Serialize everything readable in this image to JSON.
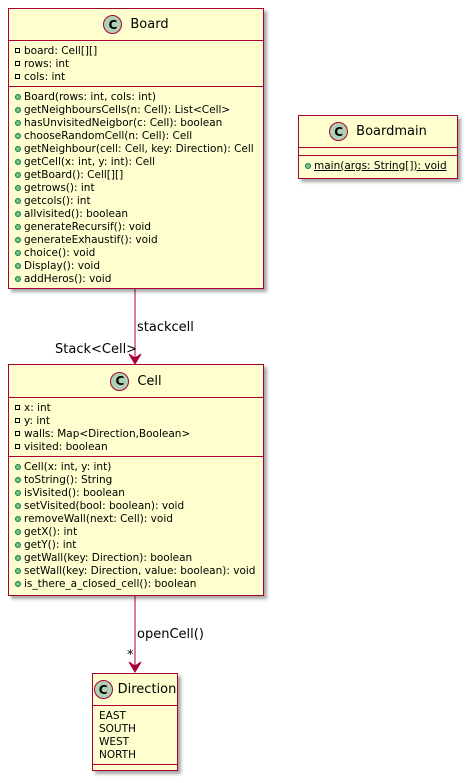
{
  "classes": {
    "board": {
      "name": "Board",
      "stereotype_icon": "C",
      "fields": [
        {
          "vis": "private",
          "text": "board: Cell[][]"
        },
        {
          "vis": "private",
          "text": "rows: int"
        },
        {
          "vis": "private",
          "text": "cols: int"
        }
      ],
      "methods": [
        {
          "vis": "public",
          "text": "Board(rows: int, cols: int)"
        },
        {
          "vis": "public",
          "text": "getNeighboursCells(n: Cell): List<Cell>"
        },
        {
          "vis": "public",
          "text": "hasUnvisitedNeigbor(c: Cell): boolean"
        },
        {
          "vis": "public",
          "text": "chooseRandomCell(n: Cell): Cell"
        },
        {
          "vis": "public",
          "text": "getNeighbour(cell: Cell, key: Direction): Cell"
        },
        {
          "vis": "public",
          "text": "getCell(x: int, y: int): Cell"
        },
        {
          "vis": "public",
          "text": "getBoard(): Cell[][]"
        },
        {
          "vis": "public",
          "text": "getrows(): int"
        },
        {
          "vis": "public",
          "text": "getcols(): int"
        },
        {
          "vis": "public",
          "text": "allvisited(): boolean"
        },
        {
          "vis": "public",
          "text": "generateRecursif(): void"
        },
        {
          "vis": "public",
          "text": "generateExhaustif(): void"
        },
        {
          "vis": "public",
          "text": "choice(): void"
        },
        {
          "vis": "public",
          "text": "Display(): void"
        },
        {
          "vis": "public",
          "text": "addHeros(): void"
        }
      ]
    },
    "boardmain": {
      "name": "Boardmain",
      "stereotype_icon": "C",
      "fields": [],
      "methods": [
        {
          "vis": "public",
          "text": "main(args: String[]): void",
          "static": true
        }
      ]
    },
    "cell": {
      "name": "Cell",
      "stereotype_icon": "C",
      "fields": [
        {
          "vis": "private",
          "text": "x: int"
        },
        {
          "vis": "private",
          "text": "y: int"
        },
        {
          "vis": "private",
          "text": "walls: Map<Direction,Boolean>"
        },
        {
          "vis": "private",
          "text": "visited: boolean"
        }
      ],
      "methods": [
        {
          "vis": "public",
          "text": "Cell(x: int, y: int)"
        },
        {
          "vis": "public",
          "text": "toString(): String"
        },
        {
          "vis": "public",
          "text": "isVisited(): boolean"
        },
        {
          "vis": "public",
          "text": "setVisited(bool: boolean): void"
        },
        {
          "vis": "public",
          "text": "removeWall(next: Cell): void"
        },
        {
          "vis": "public",
          "text": "getX(): int"
        },
        {
          "vis": "public",
          "text": "getY(): int"
        },
        {
          "vis": "public",
          "text": "getWall(key: Direction): boolean"
        },
        {
          "vis": "public",
          "text": "setWall(key: Direction, value: boolean): void"
        },
        {
          "vis": "public",
          "text": "is_there_a_closed_cell(): boolean"
        }
      ]
    },
    "direction": {
      "name": "Direction",
      "stereotype_icon": "C",
      "literals": [
        "EAST",
        "SOUTH",
        "WEST",
        "NORTH"
      ]
    }
  },
  "relations": {
    "board_to_cell": {
      "label": "stackcell",
      "target_role": "Stack<Cell>"
    },
    "cell_to_direction": {
      "label": "openCell()",
      "multiplicity": "*"
    }
  },
  "colors": {
    "box_fill": "#fefece",
    "border": "#a80036",
    "class_icon": "#add1b2",
    "public_dot": "#84be84",
    "arrow": "#a80036"
  }
}
